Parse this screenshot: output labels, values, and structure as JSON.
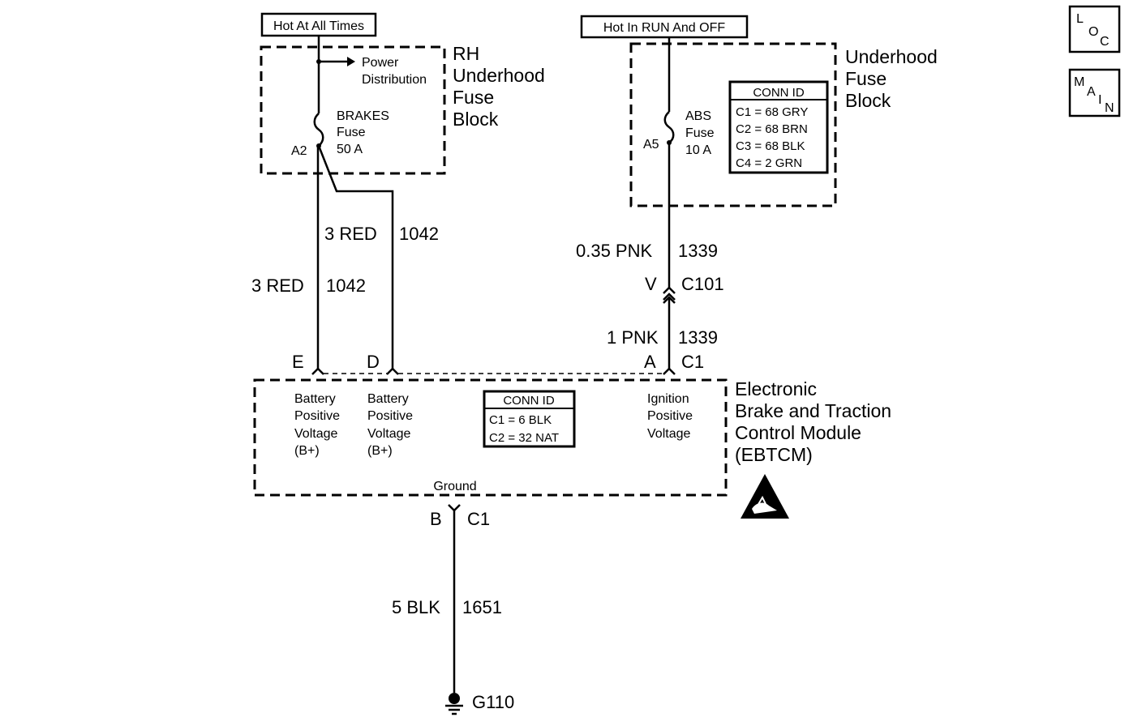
{
  "supplies": {
    "hot_all_times": "Hot At All Times",
    "hot_run_off": "Hot In RUN And OFF"
  },
  "nav": {
    "loc": {
      "l": "L",
      "o": "O",
      "c": "C"
    },
    "main": {
      "m": "M",
      "a": "A",
      "i": "I",
      "n": "N"
    }
  },
  "rh_fuse_block": {
    "title": [
      "RH",
      "Underhood",
      "Fuse",
      "Block"
    ],
    "power_dist": [
      "Power",
      "Distribution"
    ],
    "fuse_label": [
      "BRAKES",
      "Fuse",
      "50 A"
    ],
    "terminal": "A2"
  },
  "uh_fuse_block": {
    "title": [
      "Underhood",
      "Fuse",
      "Block"
    ],
    "fuse_label": [
      "ABS",
      "Fuse",
      "10 A"
    ],
    "terminal": "A5",
    "conn_id_title": "CONN ID",
    "conn_ids": [
      "C1 = 68 GRY",
      "C2 = 68 BRN",
      "C3 = 68 BLK",
      "C4 = 2 GRN"
    ]
  },
  "wires": {
    "red_upper_color": "3 RED",
    "red_upper_circuit": "1042",
    "red_lower_color": "3 RED",
    "red_lower_circuit": "1042",
    "pnk_upper_color": "0.35 PNK",
    "pnk_upper_circuit": "1339",
    "pnk_lower_color": "1 PNK",
    "pnk_lower_circuit": "1339",
    "blk_color": "5 BLK",
    "blk_circuit": "1651"
  },
  "connectors": {
    "c101_pin": "V",
    "c101_name": "C101",
    "pin_e": "E",
    "pin_d": "D",
    "pin_a": "A",
    "pin_a_conn": "C1",
    "pin_b": "B",
    "pin_b_conn": "C1"
  },
  "ebtcm": {
    "title": [
      "Electronic",
      "Brake and Traction",
      "Control Module",
      "(EBTCM)"
    ],
    "pin_e_desc": [
      "Battery",
      "Positive",
      "Voltage",
      "(B+)"
    ],
    "pin_d_desc": [
      "Battery",
      "Positive",
      "Voltage",
      "(B+)"
    ],
    "pin_a_desc": [
      "Ignition",
      "Positive",
      "Voltage"
    ],
    "ground_label": "Ground",
    "conn_id_title": "CONN ID",
    "conn_ids": [
      "C1 = 6 BLK",
      "C2 = 32 NAT"
    ]
  },
  "ground": {
    "name": "G110"
  },
  "icons": {
    "esd": "esd-warning-icon",
    "ground": "ground-symbol-icon",
    "fuse": "fuse-icon",
    "arrow": "arrow-right-icon"
  }
}
